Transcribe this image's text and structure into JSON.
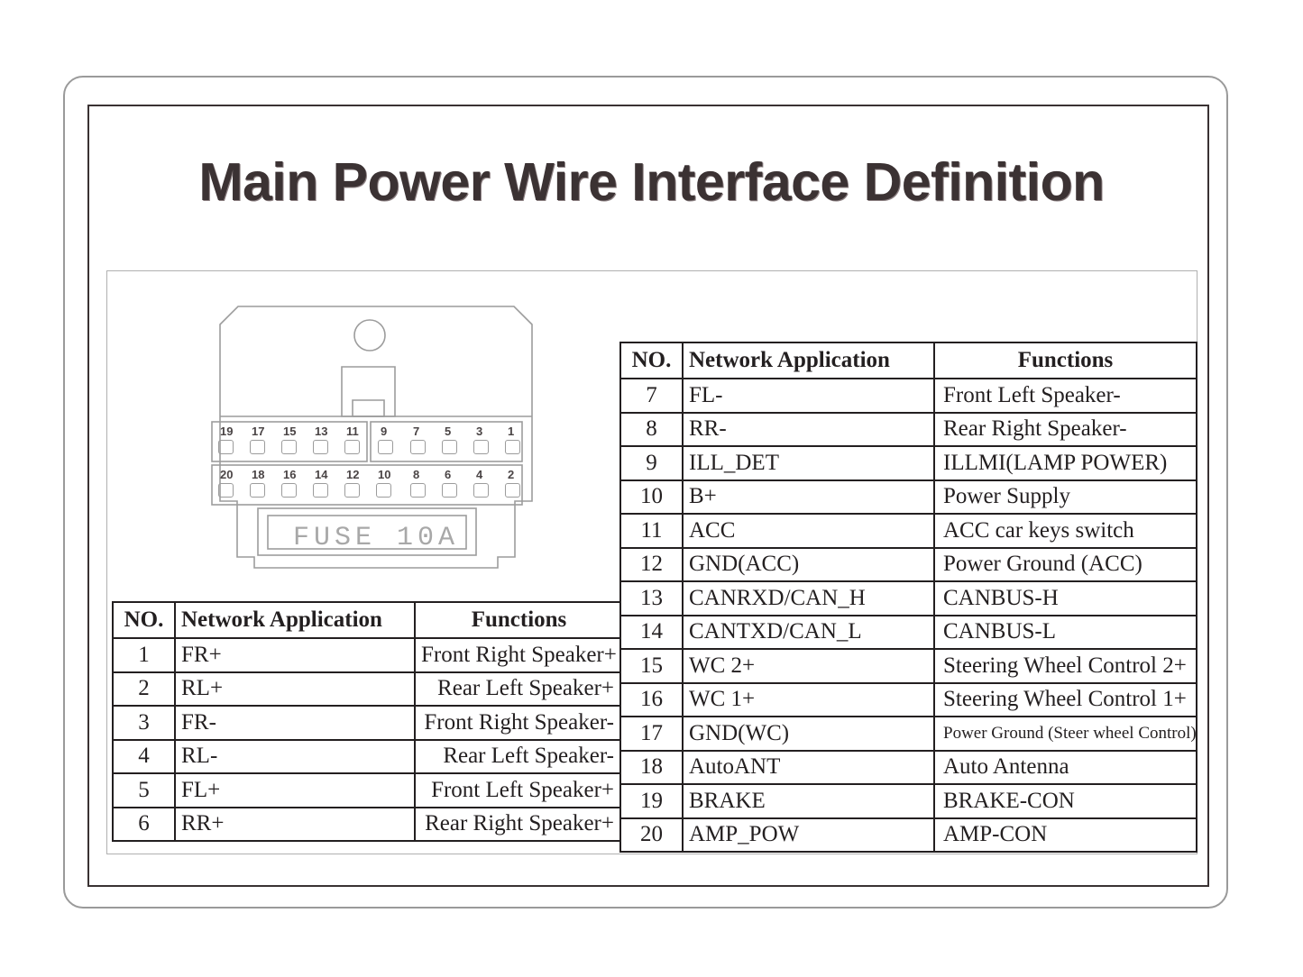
{
  "page_title": "Main Power Wire Interface Definition",
  "connector": {
    "fuse_label": "FUSE   10A",
    "top_row_pins": [
      "19",
      "17",
      "15",
      "13",
      "11",
      "9",
      "7",
      "5",
      "3",
      "1"
    ],
    "bottom_row_pins": [
      "20",
      "18",
      "16",
      "14",
      "12",
      "10",
      "8",
      "6",
      "4",
      "2"
    ]
  },
  "table_headers": {
    "no": "NO.",
    "network_application": "Network Application",
    "functions": "Functions"
  },
  "table_left": {
    "rows": [
      {
        "no": "1",
        "net": "FR+",
        "fn": "Front Right Speaker+"
      },
      {
        "no": "2",
        "net": "RL+",
        "fn": "Rear Left Speaker+"
      },
      {
        "no": "3",
        "net": "FR-",
        "fn": "Front Right Speaker-"
      },
      {
        "no": "4",
        "net": "RL-",
        "fn": "Rear Left Speaker-"
      },
      {
        "no": "5",
        "net": "FL+",
        "fn": "Front Left Speaker+"
      },
      {
        "no": "6",
        "net": "RR+",
        "fn": "Rear Right Speaker+"
      }
    ]
  },
  "table_right": {
    "rows": [
      {
        "no": "7",
        "net": "FL-",
        "fn": "Front Left Speaker-"
      },
      {
        "no": "8",
        "net": "RR-",
        "fn": "Rear Right Speaker-"
      },
      {
        "no": "9",
        "net": "ILL_DET",
        "fn": "ILLMI(LAMP POWER)"
      },
      {
        "no": "10",
        "net": "B+",
        "fn": "Power Supply"
      },
      {
        "no": "11",
        "net": "ACC",
        "fn": "ACC car keys switch"
      },
      {
        "no": "12",
        "net": "GND(ACC)",
        "fn": "Power Ground (ACC)"
      },
      {
        "no": "13",
        "net": "CANRXD/CAN_H",
        "fn": "CANBUS-H"
      },
      {
        "no": "14",
        "net": "CANTXD/CAN_L",
        "fn": "CANBUS-L"
      },
      {
        "no": "15",
        "net": "WC 2+",
        "fn": "Steering Wheel Control 2+"
      },
      {
        "no": "16",
        "net": "WC 1+",
        "fn": "Steering Wheel Control 1+"
      },
      {
        "no": "17",
        "net": "GND(WC)",
        "fn": "Power Ground (Steer wheel Control)",
        "small": true
      },
      {
        "no": "18",
        "net": "AutoANT",
        "fn": "Auto Antenna"
      },
      {
        "no": "19",
        "net": "BRAKE",
        "fn": "BRAKE-CON"
      },
      {
        "no": "20",
        "net": "AMP_POW",
        "fn": "AMP-CON"
      }
    ]
  },
  "colors": {
    "ink": "#231f20",
    "title_ink": "#3b3233",
    "drawing_line": "#9c9c9c",
    "panel_border": "#b0b0b0",
    "frame_border": "#9a9a9a",
    "middle_frame_border": "#3a3233"
  }
}
